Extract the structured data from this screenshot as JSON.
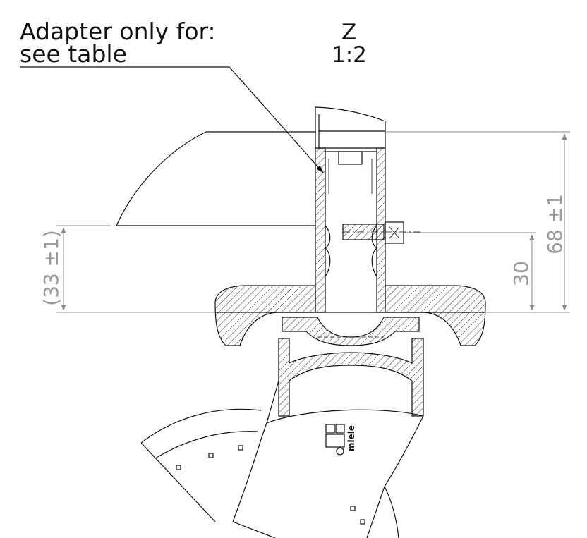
{
  "note": {
    "line1": "Adapter only for:",
    "line2": "see table"
  },
  "detail": {
    "label": "Z",
    "scale": "1:2"
  },
  "dimensions": {
    "overall_height": "68 ±1",
    "screw_height": "30",
    "reference_height": "(33 ±1)"
  },
  "logo": {
    "text": "miele"
  }
}
